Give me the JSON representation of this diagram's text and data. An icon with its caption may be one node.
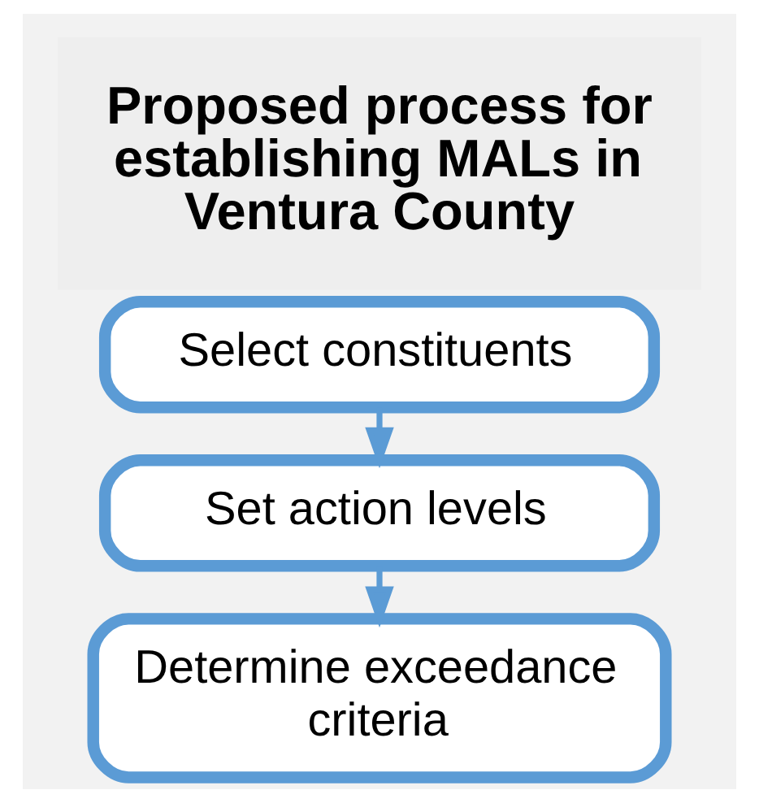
{
  "diagram": {
    "title": "Proposed process for establishing MALs in Ventura County",
    "nodes": [
      {
        "text": [
          "Select constituents"
        ]
      },
      {
        "text": [
          "Set action levels"
        ]
      },
      {
        "text": [
          "Determine exceedance criteria"
        ]
      }
    ],
    "edges": [
      {
        "from": 0,
        "to": 1,
        "arrow": "to"
      },
      {
        "from": 1,
        "to": 2,
        "arrow": "to"
      }
    ]
  }
}
